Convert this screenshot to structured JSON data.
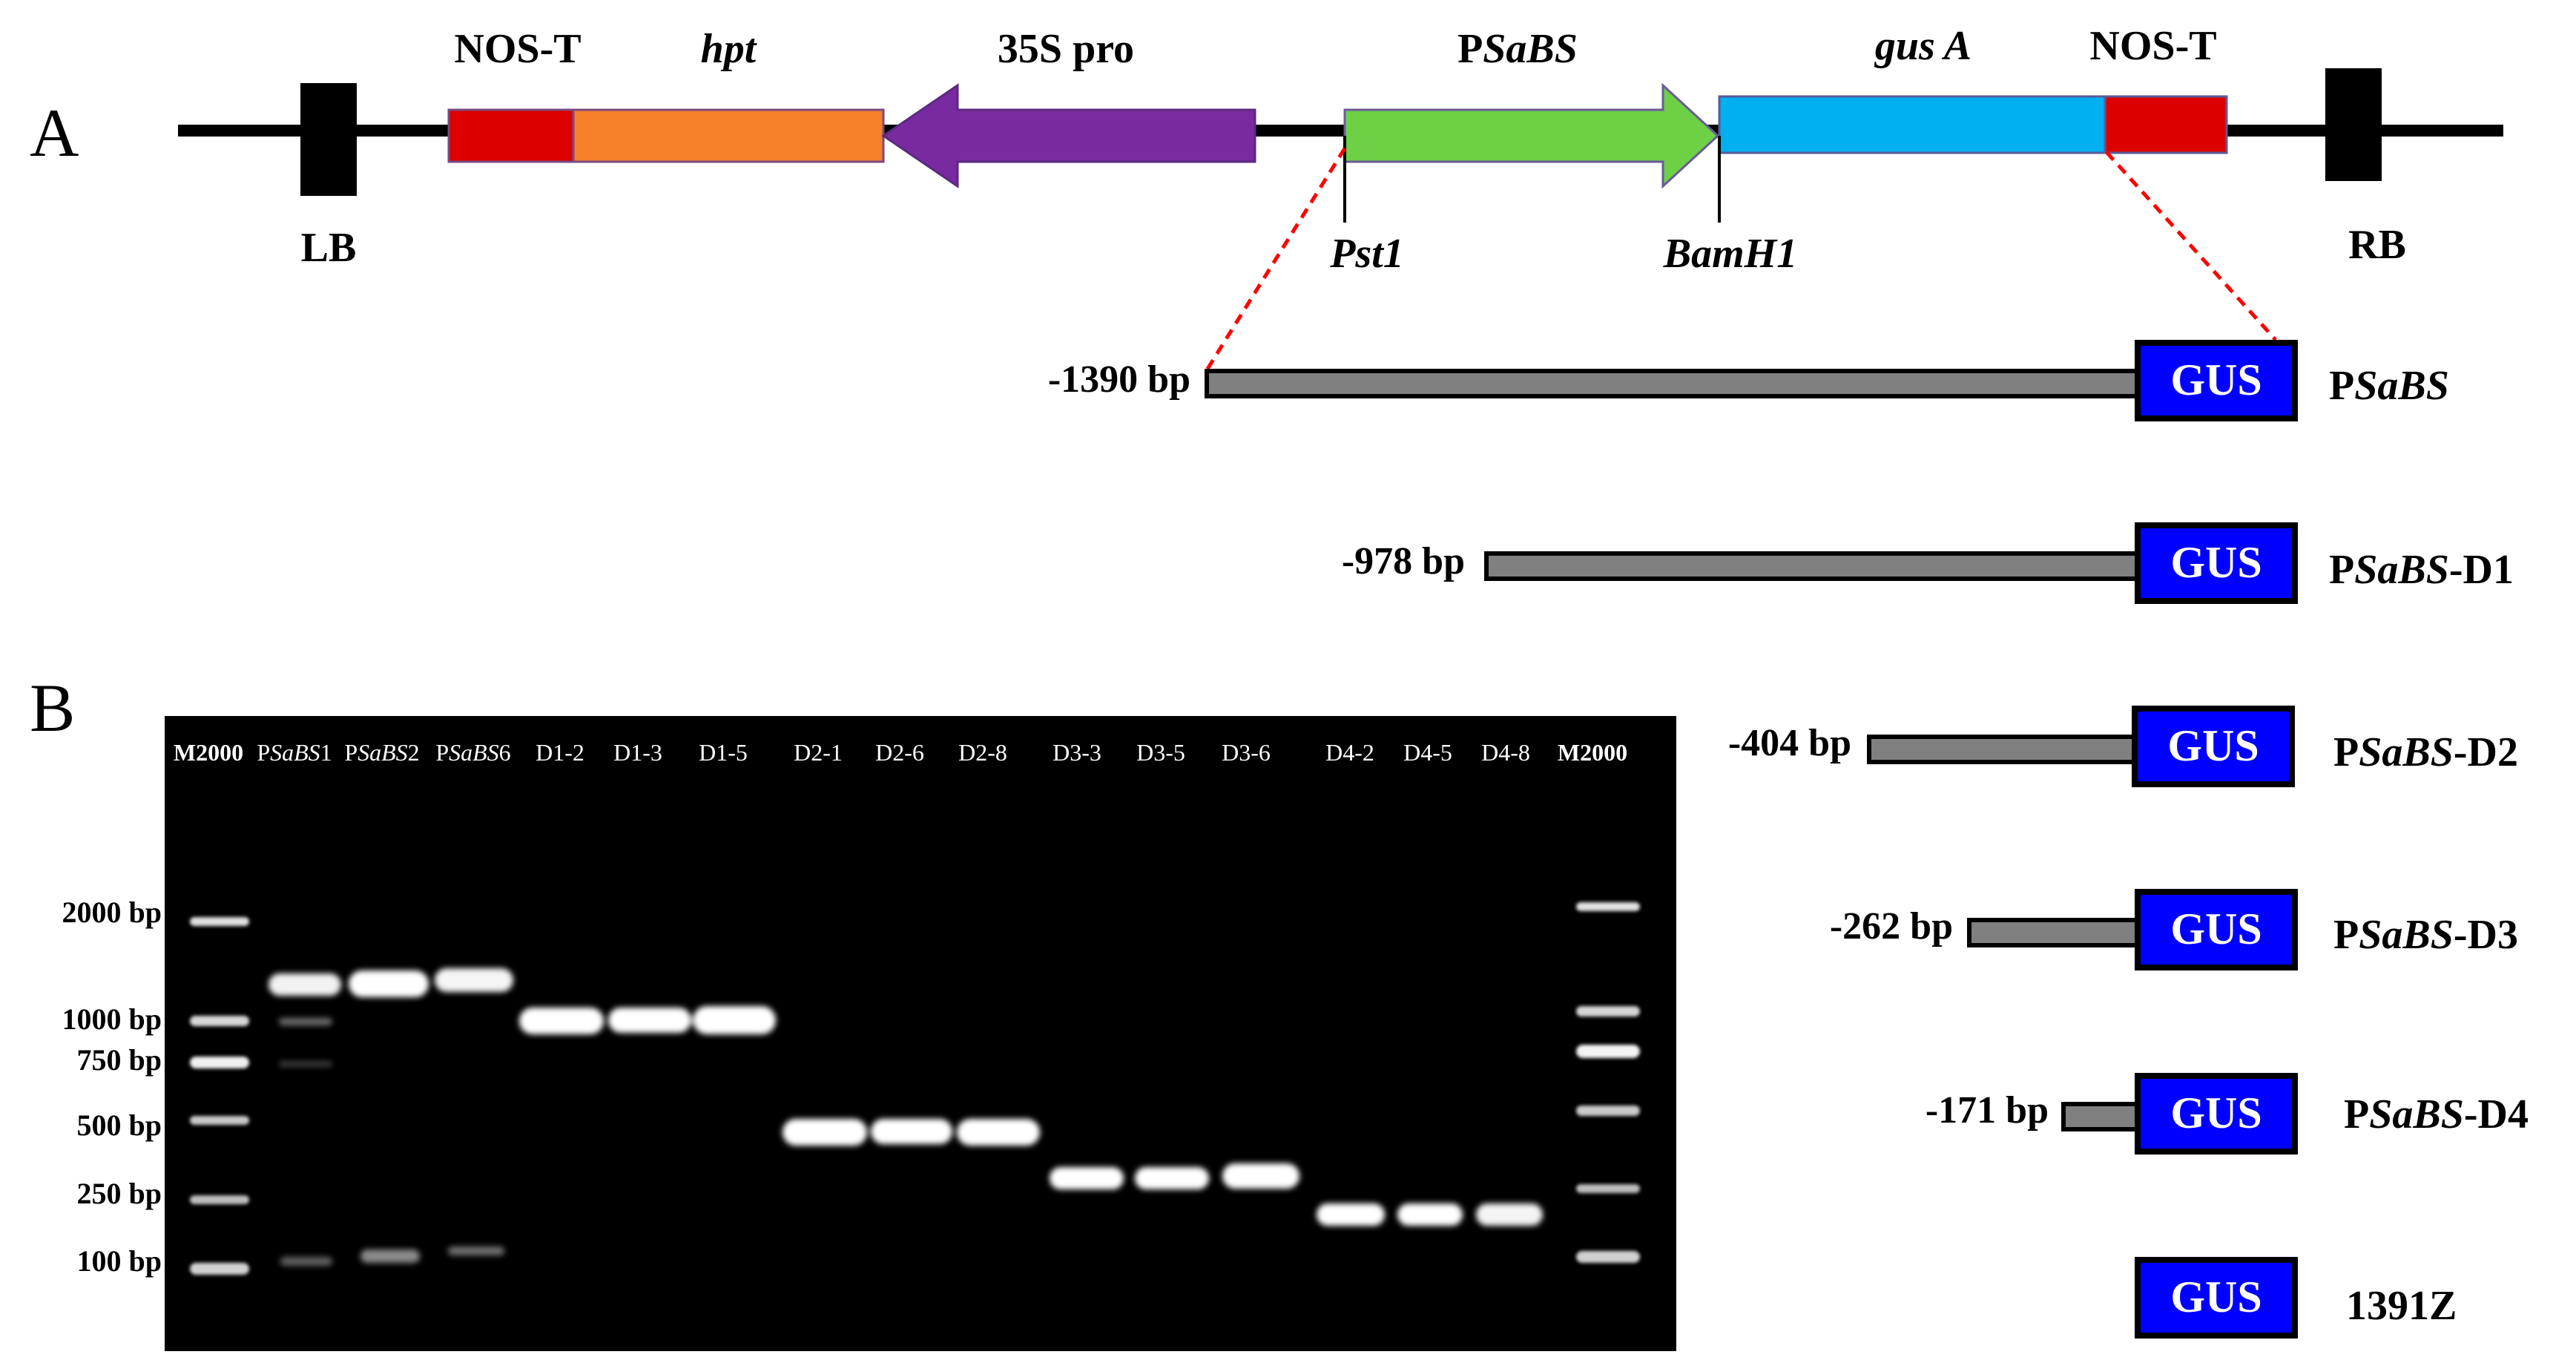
{
  "panel_a": {
    "letter": "A",
    "vector": {
      "lb": "LB",
      "rb": "RB",
      "elements": {
        "nos_t_left": "NOS-T",
        "hpt": "hpt",
        "pro_35s": "35S pro",
        "psabs_prefix": "P",
        "psabs_italic": "SaBS",
        "gusa": "gus A",
        "nos_t_right": "NOS-T"
      },
      "sites": {
        "pst1": "Pst1",
        "bamh1": "BamH1"
      },
      "colors": {
        "nos_t": "#dd0000",
        "hpt": "#f7802a",
        "pro_35s": "#7a2aa0",
        "psabs": "#6ed045",
        "gusa": "#00b0f0",
        "gus_box": "#0000ff",
        "bar": "#808080"
      }
    },
    "constructs": [
      {
        "length": "-1390 bp",
        "gus": "GUS",
        "name_prefix": "P",
        "name_italic": "SaBS",
        "name_suffix": ""
      },
      {
        "length": "-978 bp",
        "gus": "GUS",
        "name_prefix": "P",
        "name_italic": "SaBS",
        "name_suffix": "-D1"
      },
      {
        "length": "-404 bp",
        "gus": "GUS",
        "name_prefix": "P",
        "name_italic": "SaBS",
        "name_suffix": "-D2"
      },
      {
        "length": "-262 bp",
        "gus": "GUS",
        "name_prefix": "P",
        "name_italic": "SaBS",
        "name_suffix": "-D3"
      },
      {
        "length": "-171 bp",
        "gus": "GUS",
        "name_prefix": "P",
        "name_italic": "SaBS",
        "name_suffix": "-D4"
      },
      {
        "length": "",
        "gus": "GUS",
        "name_prefix": "1391Z",
        "name_italic": "",
        "name_suffix": ""
      }
    ]
  },
  "panel_b": {
    "letter": "B",
    "ladder_labels": [
      "2000 bp",
      "1000 bp",
      "750 bp",
      "500 bp",
      "250 bp",
      "100 bp"
    ],
    "lanes": [
      {
        "prefix": "M2000",
        "italic": "",
        "suffix": ""
      },
      {
        "prefix": "P",
        "italic": "SaBS",
        "suffix": "1"
      },
      {
        "prefix": "P",
        "italic": "SaBS",
        "suffix": "2"
      },
      {
        "prefix": "P",
        "italic": "SaBS",
        "suffix": "6"
      },
      {
        "prefix": "D1-2",
        "italic": "",
        "suffix": ""
      },
      {
        "prefix": "D1-3",
        "italic": "",
        "suffix": ""
      },
      {
        "prefix": "D1-5",
        "italic": "",
        "suffix": ""
      },
      {
        "prefix": "D2-1",
        "italic": "",
        "suffix": ""
      },
      {
        "prefix": "D2-6",
        "italic": "",
        "suffix": ""
      },
      {
        "prefix": "D2-8",
        "italic": "",
        "suffix": ""
      },
      {
        "prefix": "D3-3",
        "italic": "",
        "suffix": ""
      },
      {
        "prefix": "D3-5",
        "italic": "",
        "suffix": ""
      },
      {
        "prefix": "D3-6",
        "italic": "",
        "suffix": ""
      },
      {
        "prefix": "D4-2",
        "italic": "",
        "suffix": ""
      },
      {
        "prefix": "D4-5",
        "italic": "",
        "suffix": ""
      },
      {
        "prefix": "D4-8",
        "italic": "",
        "suffix": ""
      },
      {
        "prefix": "M2000",
        "italic": "",
        "suffix": ""
      }
    ]
  }
}
